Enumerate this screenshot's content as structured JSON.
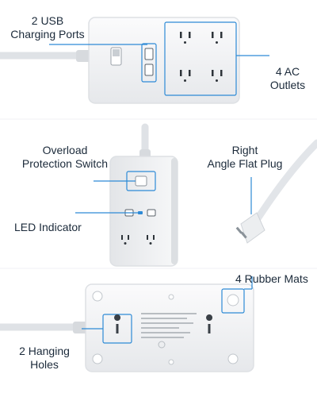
{
  "labels": {
    "usb": [
      "2 USB",
      "Charging Ports"
    ],
    "ac": [
      "4 AC",
      "Outlets"
    ],
    "overload": [
      "Overload",
      "Protection Switch"
    ],
    "right_angle": [
      "Right",
      "Angle Flat Plug"
    ],
    "led": "LED Indicator",
    "rubber_mats": "4 Rubber Mats",
    "hanging": [
      "2 Hanging",
      "Holes"
    ]
  },
  "colors": {
    "text": "#1b2a3a",
    "accent": "#2d8ad6",
    "device_body": "#f3f4f6",
    "cord": "#e9ebee"
  }
}
